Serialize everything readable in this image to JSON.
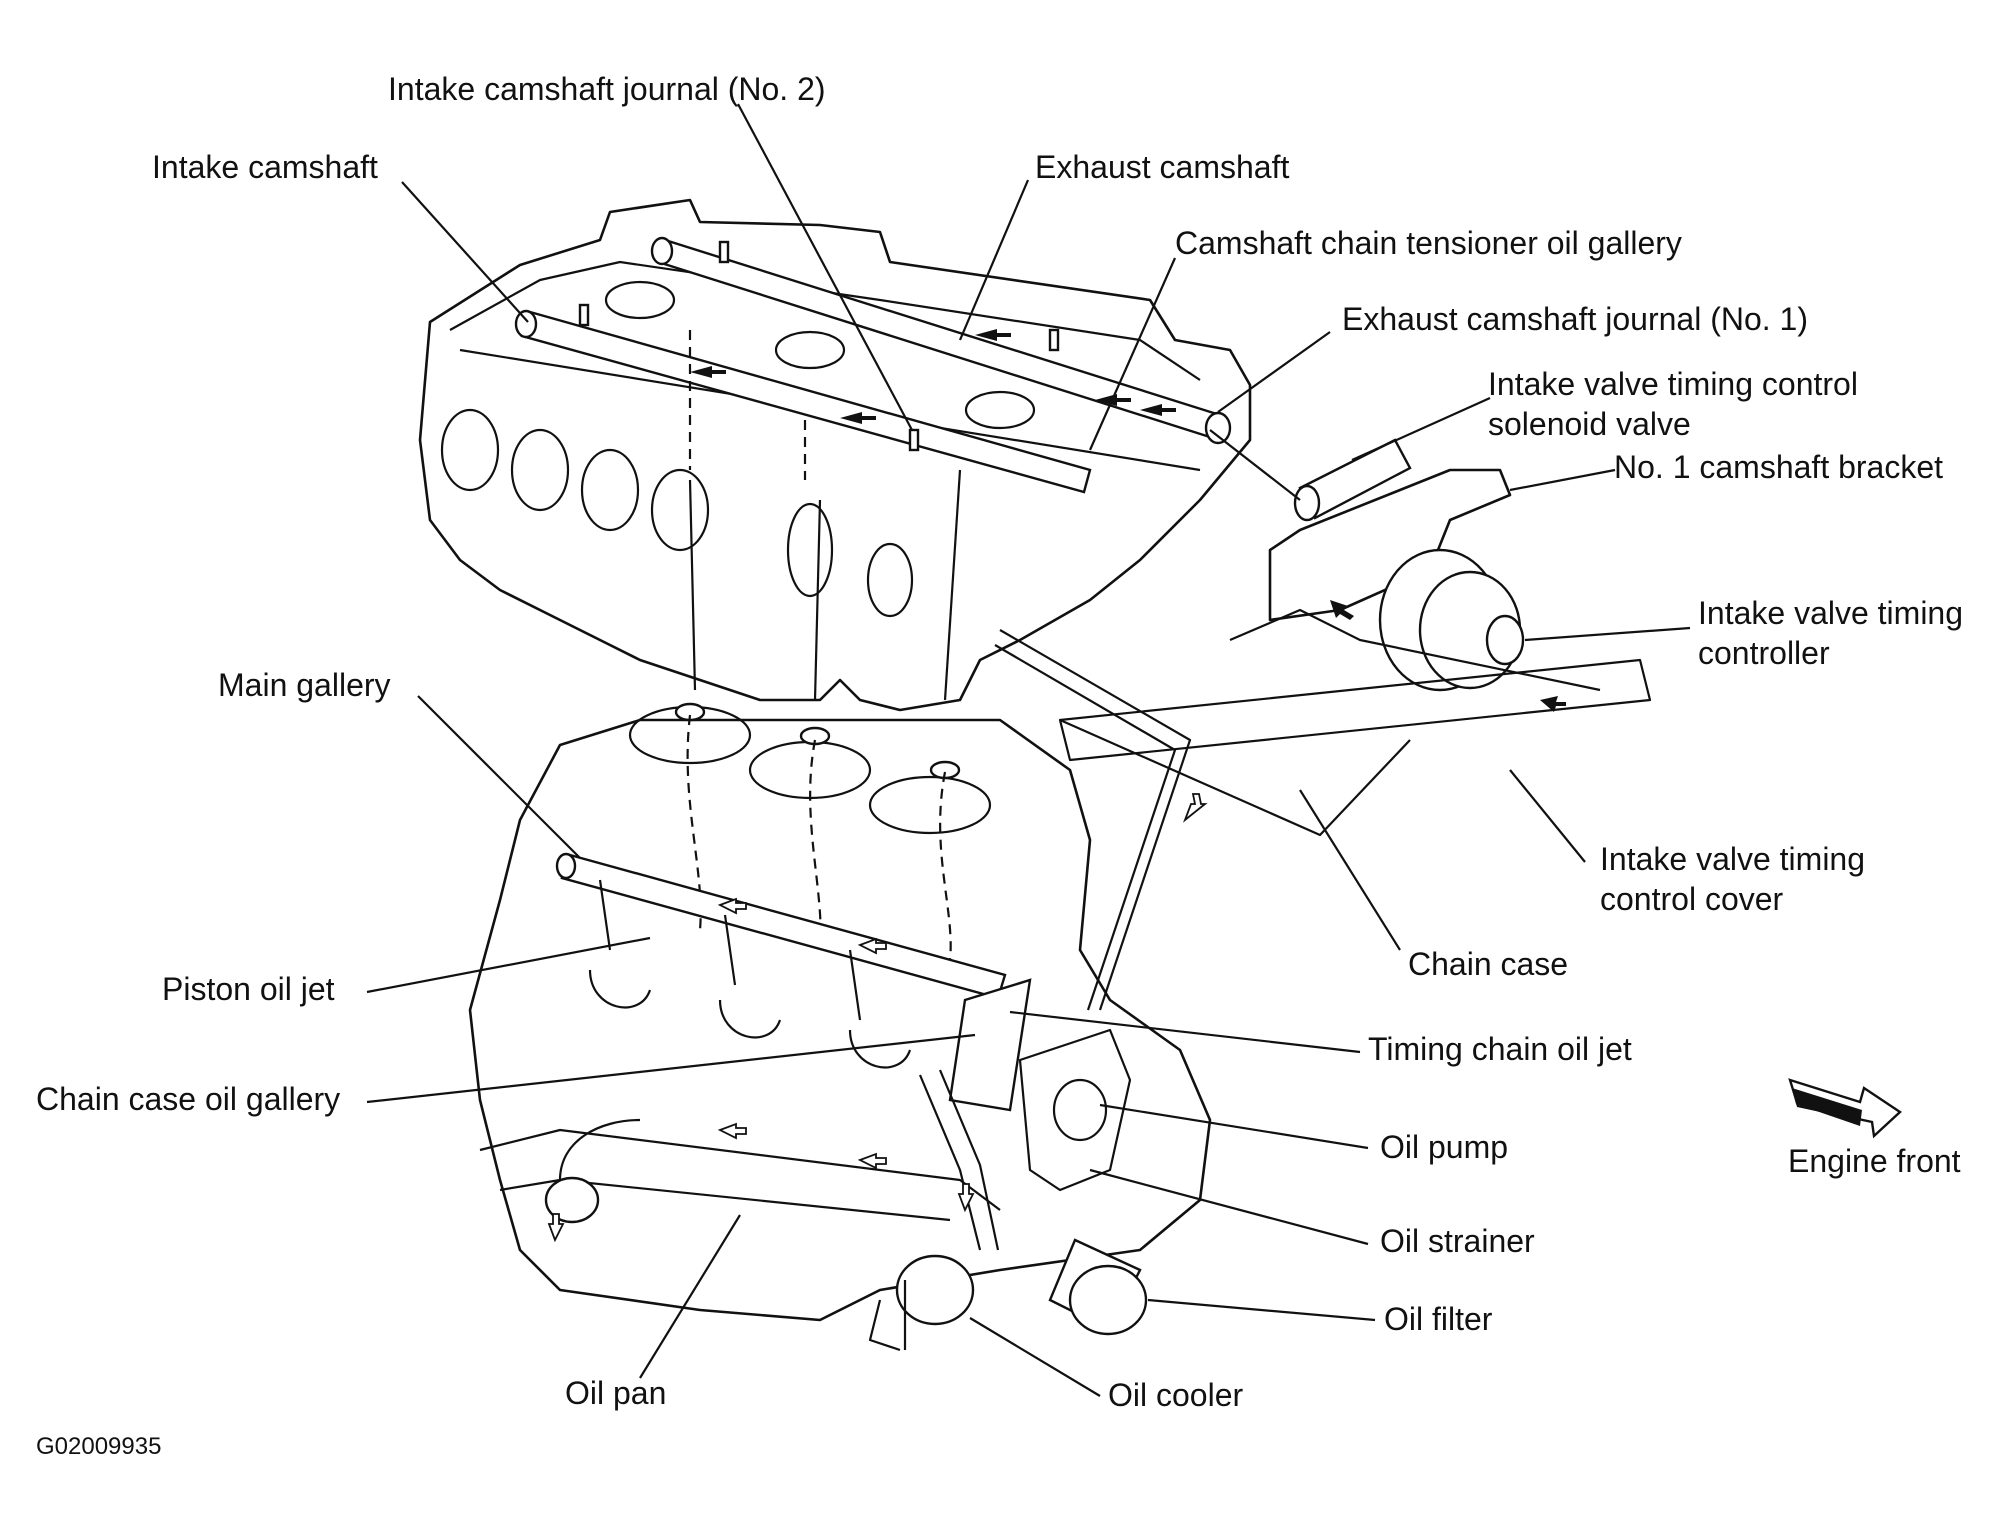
{
  "labels": {
    "intake_camshaft_journal_2": "Intake camshaft journal (No. 2)",
    "intake_camshaft": "Intake camshaft",
    "exhaust_camshaft": "Exhaust camshaft",
    "camshaft_chain_tensioner_oil_gallery": "Camshaft chain tensioner oil gallery",
    "exhaust_camshaft_journal_1": "Exhaust camshaft journal (No. 1)",
    "ivtc_solenoid_valve_line1": "Intake valve timing control",
    "ivtc_solenoid_valve_line2": "solenoid valve",
    "no1_camshaft_bracket": "No. 1 camshaft bracket",
    "ivt_controller_line1": "Intake valve timing",
    "ivt_controller_line2": "controller",
    "main_gallery": "Main gallery",
    "ivtc_cover_line1": "Intake valve timing",
    "ivtc_cover_line2": "control cover",
    "chain_case": "Chain case",
    "piston_oil_jet": "Piston oil jet",
    "timing_chain_oil_jet": "Timing chain oil jet",
    "chain_case_oil_gallery": "Chain case oil gallery",
    "oil_pump": "Oil pump",
    "engine_front": "Engine front",
    "oil_strainer": "Oil strainer",
    "oil_filter": "Oil filter",
    "oil_pan": "Oil pan",
    "oil_cooler": "Oil cooler",
    "figure_code": "G02009935"
  },
  "colors": {
    "ink": "#111111",
    "paper": "#ffffff"
  },
  "icons": {
    "engine_front_arrow": "right-arrow-icon"
  }
}
